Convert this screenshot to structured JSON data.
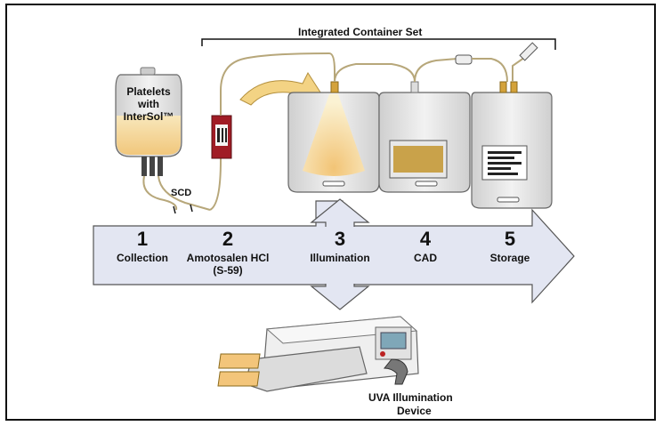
{
  "header": {
    "set_label": "Integrated Container Set"
  },
  "source_bag": {
    "line1": "Platelets",
    "line2": "with",
    "line3": "InterSol™"
  },
  "scd_label": "SCD",
  "steps": [
    {
      "number": "1",
      "name": "Collection",
      "name2": ""
    },
    {
      "number": "2",
      "name": "Amotosalen HCl",
      "name2": "(S-59)"
    },
    {
      "number": "3",
      "name": "Illumination",
      "name2": ""
    },
    {
      "number": "4",
      "name": "CAD",
      "name2": ""
    },
    {
      "number": "5",
      "name": "Storage",
      "name2": ""
    }
  ],
  "device": {
    "line1": "UVA Illumination",
    "line2": "Device"
  },
  "colors": {
    "arrow_fill": "#e3e6f2",
    "bag_fill": "#e8e8e8",
    "platelet_fill": "#f6d9a0",
    "cad_fill": "#c9a24a",
    "red_component": "#a01c26",
    "curved_arrow": "#f3d384",
    "tube": "#b7a77a"
  }
}
